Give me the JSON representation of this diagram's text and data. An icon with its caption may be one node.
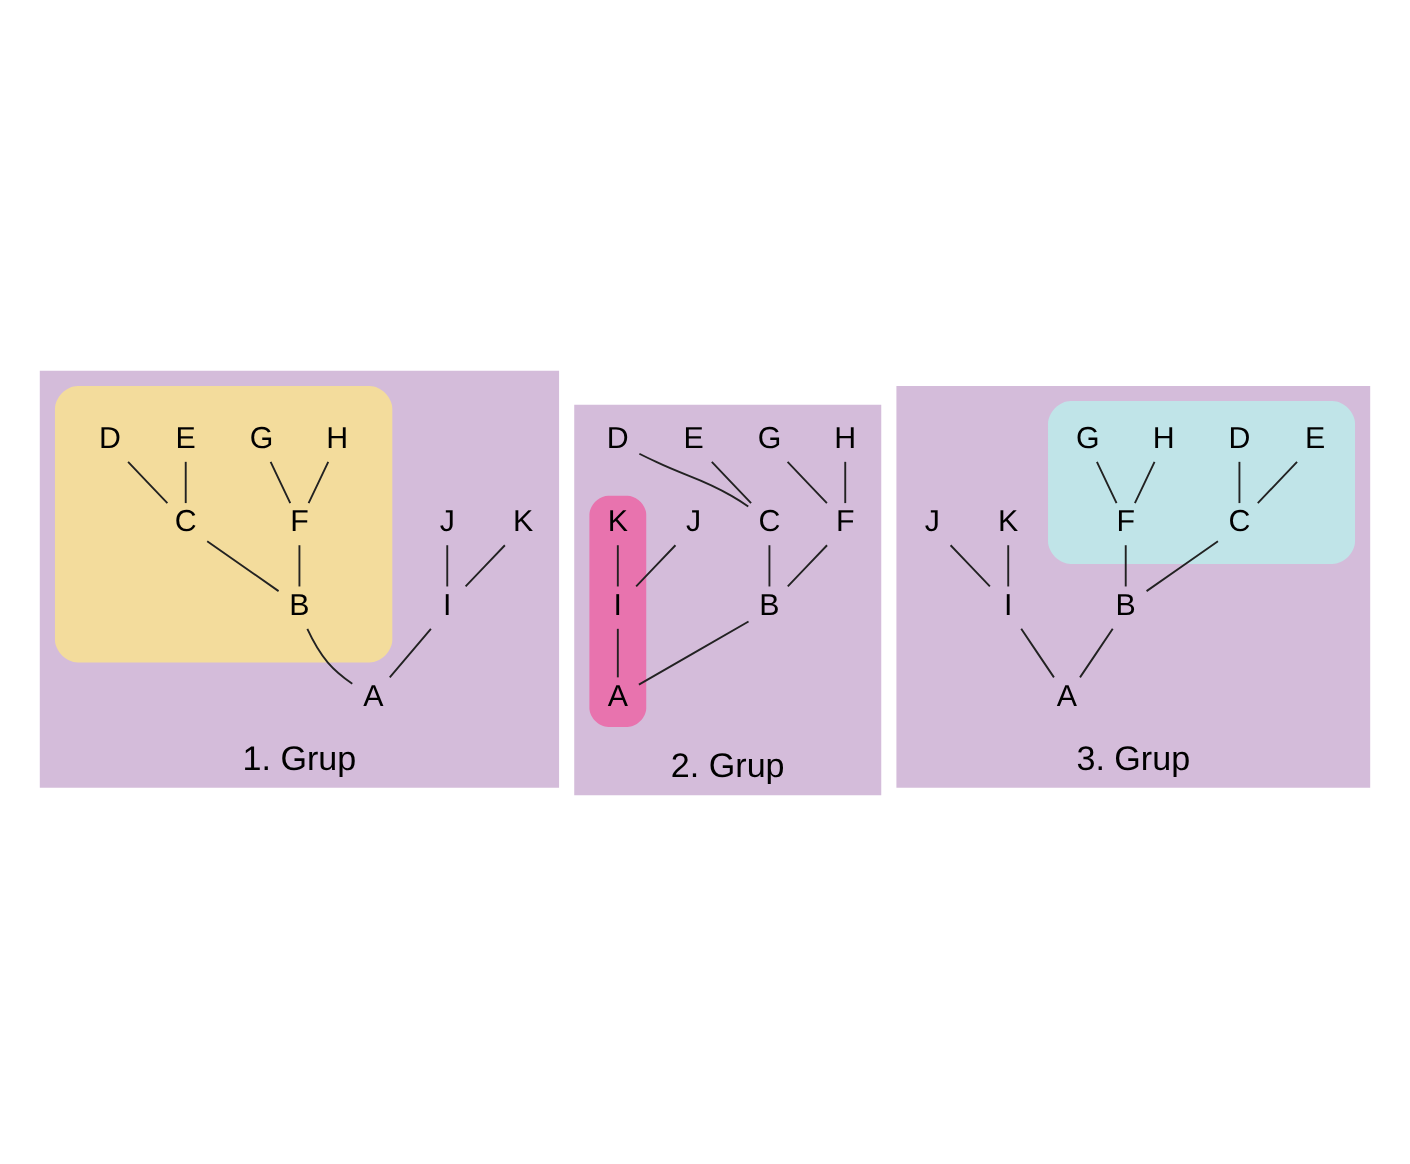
{
  "diagram": {
    "nodes": [
      {
        "text": [
          "1. Grup"
        ]
      },
      {
        "text": [],
        "shape": "triangle",
        "in": 0
      },
      {
        "text": [
          "D"
        ],
        "in": 1
      },
      {
        "text": [
          "E"
        ],
        "in": 1
      },
      {
        "text": [
          "G"
        ],
        "in": 1
      },
      {
        "text": [
          "H"
        ],
        "in": 1
      },
      {
        "text": [
          "J"
        ],
        "in": 0
      },
      {
        "text": [
          "K"
        ],
        "in": 0
      },
      {
        "text": [
          "C"
        ],
        "in": 1
      },
      {
        "text": [
          "F"
        ],
        "in": 1
      },
      {
        "text": [
          "I"
        ],
        "in": 0
      },
      {
        "text": [
          "B"
        ],
        "in": 1
      },
      {
        "text": [
          "A"
        ],
        "in": 0
      },
      {
        "text": [
          "2. Grup"
        ]
      },
      {
        "text": [],
        "shape": "bar",
        "in": 13
      },
      {
        "text": [
          "D"
        ],
        "in": 13
      },
      {
        "text": [
          "E"
        ],
        "in": 13
      },
      {
        "text": [
          "G"
        ],
        "in": 13
      },
      {
        "text": [
          "H"
        ],
        "in": 13
      },
      {
        "text": [
          "J"
        ],
        "in": 13
      },
      {
        "text": [
          "K"
        ],
        "in": 14
      },
      {
        "text": [
          "C"
        ],
        "in": 13
      },
      {
        "text": [
          "F"
        ],
        "in": 13
      },
      {
        "text": [
          "I"
        ],
        "in": 14
      },
      {
        "text": [
          "B"
        ],
        "in": 13
      },
      {
        "text": [
          "A"
        ],
        "in": 14
      },
      {
        "text": [
          "3. Grup"
        ]
      },
      {
        "text": [],
        "shape": "box",
        "in": 26
      },
      {
        "text": [
          "D"
        ],
        "in": 27
      },
      {
        "text": [
          "E"
        ],
        "in": 27
      },
      {
        "text": [
          "G"
        ],
        "in": 27
      },
      {
        "text": [
          "H"
        ],
        "in": 27
      },
      {
        "text": [
          "J"
        ],
        "in": 26
      },
      {
        "text": [
          "K"
        ],
        "in": 26
      },
      {
        "text": [
          "C"
        ],
        "in": 27
      },
      {
        "text": [
          "F"
        ],
        "in": 27
      },
      {
        "text": [
          "I"
        ],
        "in": 26
      },
      {
        "text": [
          "B"
        ],
        "in": 26
      },
      {
        "text": [
          "A"
        ],
        "in": 26
      }
    ],
    "edges": [
      {
        "from": 12,
        "to": 11,
        "arrow": "none"
      },
      {
        "from": 12,
        "to": 10,
        "arrow": "none"
      },
      {
        "from": 11,
        "to": 8,
        "arrow": "none"
      },
      {
        "from": 11,
        "to": 9,
        "arrow": "none"
      },
      {
        "from": 8,
        "to": 2,
        "arrow": "none"
      },
      {
        "from": 8,
        "to": 3,
        "arrow": "none"
      },
      {
        "from": 9,
        "to": 4,
        "arrow": "none"
      },
      {
        "from": 9,
        "to": 5,
        "arrow": "none"
      },
      {
        "from": 10,
        "to": 6,
        "arrow": "none"
      },
      {
        "from": 10,
        "to": 7,
        "arrow": "none"
      },
      {
        "from": 25,
        "to": 24,
        "arrow": "none"
      },
      {
        "from": 25,
        "to": 23,
        "arrow": "none"
      },
      {
        "from": 24,
        "to": 21,
        "arrow": "none"
      },
      {
        "from": 24,
        "to": 22,
        "arrow": "none"
      },
      {
        "from": 21,
        "to": 15,
        "arrow": "none"
      },
      {
        "from": 21,
        "to": 16,
        "arrow": "none"
      },
      {
        "from": 22,
        "to": 17,
        "arrow": "none"
      },
      {
        "from": 22,
        "to": 18,
        "arrow": "none"
      },
      {
        "from": 23,
        "to": 19,
        "arrow": "none"
      },
      {
        "from": 23,
        "to": 20,
        "arrow": "none"
      },
      {
        "from": 38,
        "to": 37,
        "arrow": "none"
      },
      {
        "from": 38,
        "to": 36,
        "arrow": "none"
      },
      {
        "from": 37,
        "to": 34,
        "arrow": "none"
      },
      {
        "from": 37,
        "to": 35,
        "arrow": "none"
      },
      {
        "from": 34,
        "to": 28,
        "arrow": "none"
      },
      {
        "from": 34,
        "to": 29,
        "arrow": "none"
      },
      {
        "from": 35,
        "to": 30,
        "arrow": "none"
      },
      {
        "from": 35,
        "to": 31,
        "arrow": "none"
      },
      {
        "from": 36,
        "to": 32,
        "arrow": "none"
      },
      {
        "from": 36,
        "to": 33,
        "arrow": "none"
      }
    ]
  }
}
